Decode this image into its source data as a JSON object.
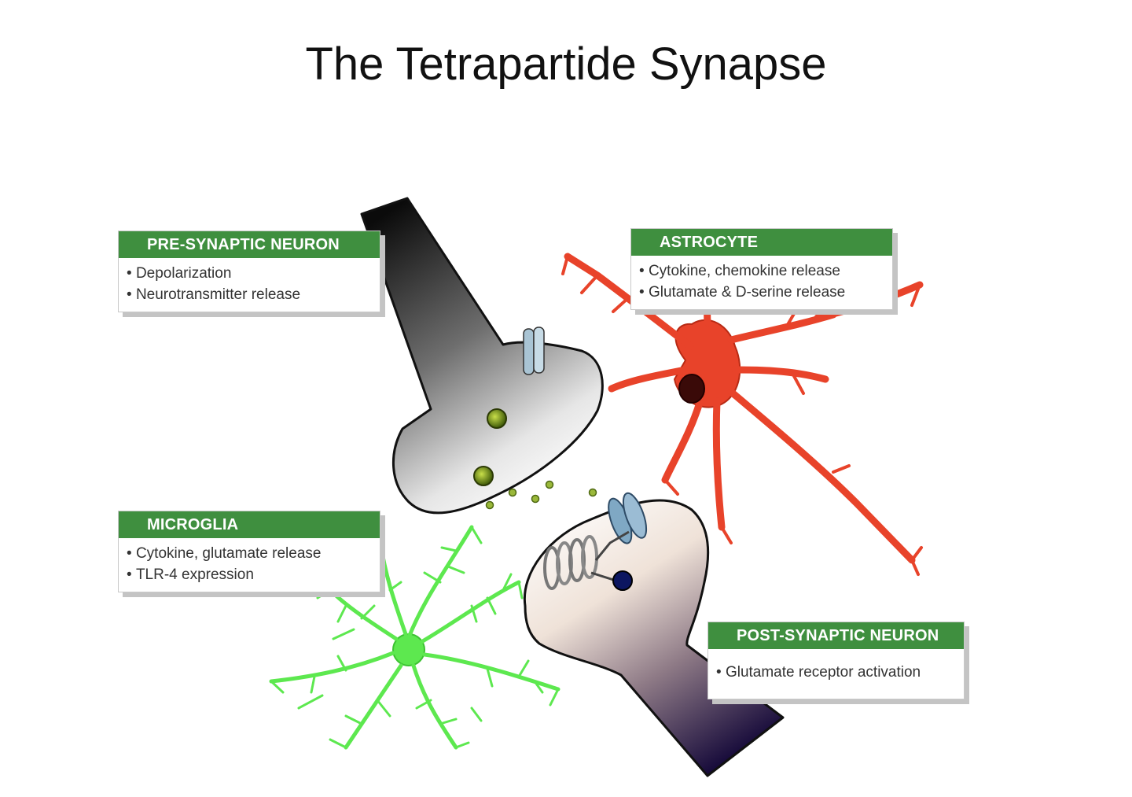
{
  "title": "The Tetrapartide Synapse",
  "colors": {
    "header_green": "#3f8f3f",
    "astrocyte": "#e8432a",
    "microglia": "#5de84f",
    "vesicle": "#7a9a1e",
    "receptor": "#a9c4d4"
  },
  "boxes": {
    "presynaptic": {
      "title": "PRE-SYNAPTIC NEURON",
      "items": [
        "Depolarization",
        "Neurotransmitter release"
      ]
    },
    "astrocyte": {
      "title": "ASTROCYTE",
      "items": [
        "Cytokine, chemokine release",
        "Glutamate & D-serine release"
      ]
    },
    "microglia": {
      "title": "MICROGLIA",
      "items": [
        "Cytokine, glutamate release",
        "TLR-4 expression"
      ]
    },
    "postsynaptic": {
      "title": "POST-SYNAPTIC NEURON",
      "items": [
        "Glutamate receptor activation"
      ]
    }
  }
}
